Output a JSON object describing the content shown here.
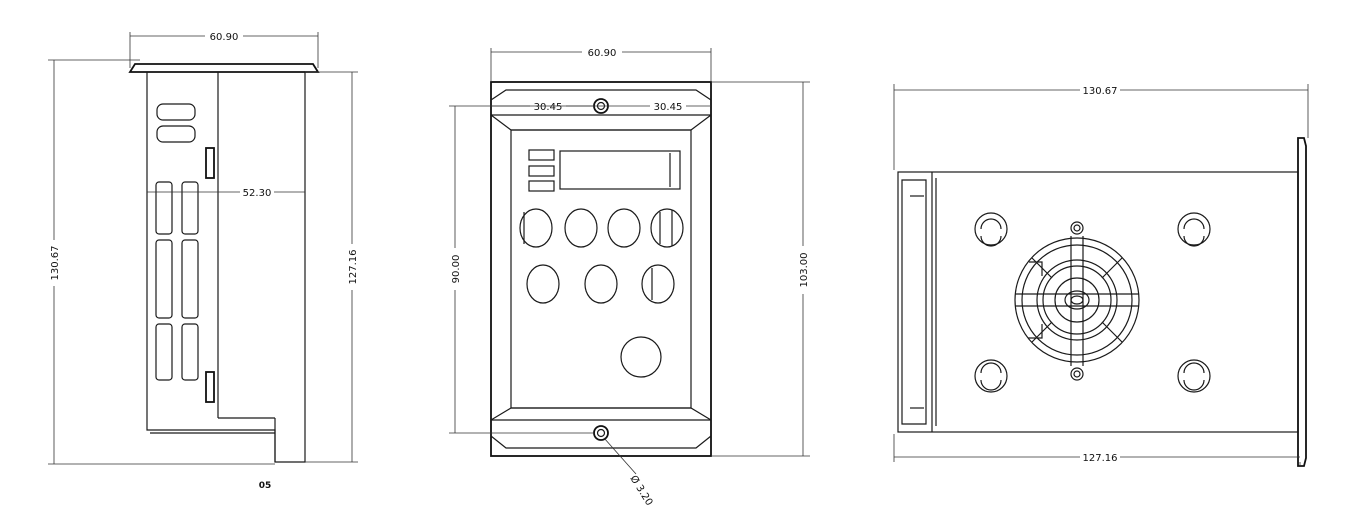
{
  "side_view": {
    "width_top": "60.90",
    "overall_height": "130.67",
    "inner_height": "127.16",
    "depth": "52.30",
    "caption": "05"
  },
  "front_view": {
    "width": "60.90",
    "half_left": "30.45",
    "half_right": "30.45",
    "hole_spacing": "90.00",
    "overall_height": "103.00",
    "hole_diameter": "Ø 3.20"
  },
  "rear_view": {
    "overall_length": "130.67",
    "inner_length": "127.16"
  }
}
